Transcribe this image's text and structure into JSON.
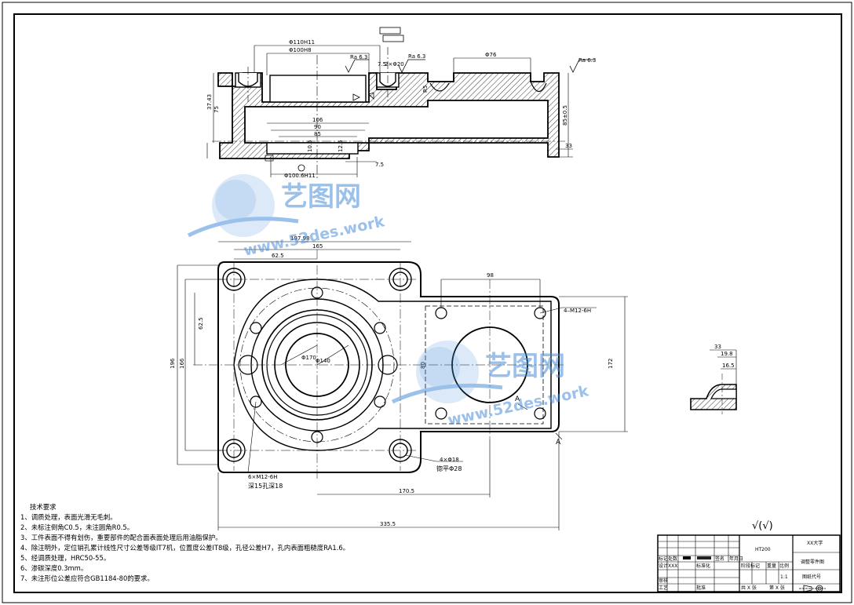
{
  "dims_top": {
    "d1": "Φ110H11",
    "d2": "Φ100H8",
    "d3": "Φ76",
    "ra1": "Ra 6.3",
    "ra2": "Ra 6.3",
    "ra3": "Ra 6.3",
    "v1": "7.5",
    "v2": "2×Φ20",
    "h1": "37.43",
    "h2": "75",
    "w1": "106",
    "w2": "90",
    "w3": "85",
    "v3": "10.5",
    "v4": "12.5",
    "r1": "R5",
    "r2": "85±0.5",
    "r3": "33",
    "b1": "Φ100.6H11",
    "b2": "7.5"
  },
  "dims_plan": {
    "p1": "197.98",
    "p2": "165",
    "p3": "62.5",
    "p4": "98",
    "p5": "4–M12-6H",
    "p6": "196",
    "p7": "166",
    "p8": "62.5",
    "p9": "Φ170",
    "p10": "Φ140",
    "p11": "80",
    "p12": "172",
    "p13": "6×M12-6H",
    "p14": "深15孔深18",
    "p15": "4×Φ18",
    "p16": "锪平Φ28",
    "p17": "170.5",
    "p18": "335.5",
    "secA1": "A",
    "secA2": "A"
  },
  "dims_section": {
    "s1": "33",
    "s2": "19.8",
    "s3": "16.5"
  },
  "surface_note": "√(√)",
  "tech": {
    "title": "技术要求",
    "items": [
      "1、调质处理，表面光滑无毛刺。",
      "2、未标注倒角C0.5，未注圆角R0.5。",
      "3、工件表面不得有划伤，重要部件的配合面表面处理后用油脂保护。",
      "4、除注明外，定位销孔累计线性尺寸公差等级IT7机，位置度公差IT8级，孔径公差H7，孔内表面粗糙度RA1.6。",
      "5、经调质处理，HRC50-55。",
      "6、渗碳深度0.3mm。",
      "7、未注形位公差应符合GB1184-80的要求。"
    ]
  },
  "titleblock": {
    "material": "HT200",
    "school": "XX大学",
    "part": "调整零件图",
    "scale_lbl": "比例",
    "scale": "1:1",
    "drawno": "图纸代号",
    "sheets": "共 X 张",
    "sheetno": "第 X 张",
    "stage": "阶段标记",
    "weight": "重量",
    "designer": "设计",
    "designer_name": "XXX",
    "std": "标准化",
    "review": "审核",
    "craft": "工艺",
    "approve": "批准",
    "mark": "标记",
    "count": "处数",
    "zone": "分区",
    "docno": "更改文件号",
    "sign": "签名",
    "date": "年月日"
  },
  "watermark": {
    "brand": "艺图网",
    "url": "www.52des.work"
  },
  "colors": {
    "watermark": "#4a90d9",
    "line": "#000000"
  }
}
